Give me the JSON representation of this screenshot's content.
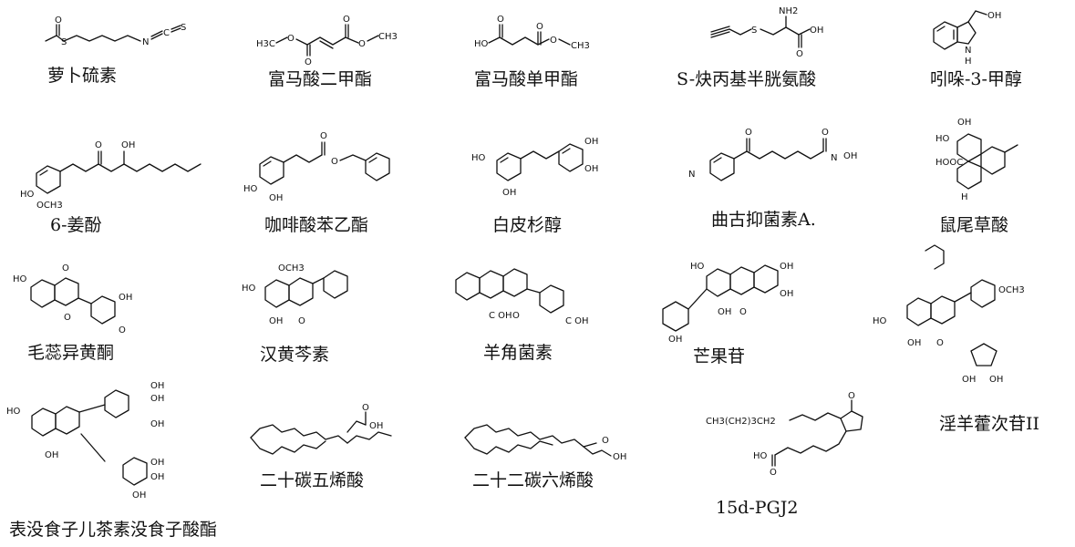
{
  "compounds": [
    {
      "name": "萝卜硫素"
    },
    {
      "name": "富马酸二甲酯"
    },
    {
      "name": "富马酸单甲酯"
    },
    {
      "name": "S-炔丙基半胱氨酸"
    },
    {
      "name": "吲哚-3-甲醇"
    },
    {
      "name": "6-姜酚"
    },
    {
      "name": "咖啡酸苯乙酯"
    },
    {
      "name": "白皮杉醇"
    },
    {
      "name": "曲古抑菌素A."
    },
    {
      "name": "鼠尾草酸"
    },
    {
      "name": "毛蕊异黄酮"
    },
    {
      "name": "汉黄芩素"
    },
    {
      "name": "羊角菌素"
    },
    {
      "name": "芒果苷"
    },
    {
      "name": "淫羊藿次苷II"
    },
    {
      "name": "表没食子儿茶素没食子酸酯"
    },
    {
      "name": "二十碳五烯酸"
    },
    {
      "name": "二十二碳六烯酸"
    },
    {
      "name": "15d-PGJ2"
    }
  ],
  "atom_labels": {
    "S": "S",
    "O": "O",
    "N": "N",
    "C": "C",
    "OH": "OH",
    "HO": "HO",
    "NH2": "NH2",
    "H": "H",
    "H3C": "H3C",
    "CH3": "CH3",
    "OCH3": "OCH3",
    "HOOC": "HOOC",
    "CH3chain": "CH3(CH2)3CH2",
    "COH": "C OH"
  }
}
